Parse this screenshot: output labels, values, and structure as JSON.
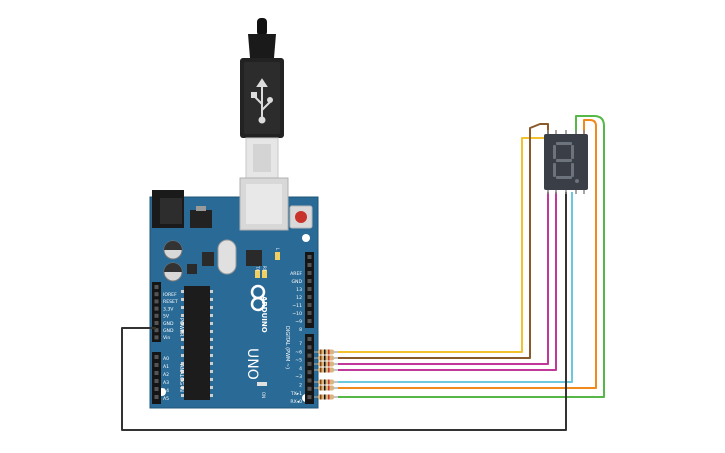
{
  "board": {
    "model": "UNO",
    "brand": "ARDUINO",
    "header_power_label": "POWER",
    "header_analog_label": "ANALOG IN",
    "header_digital_label": "DIGITAL (PWM ~)",
    "power_pins": [
      "IOREF",
      "RESET",
      "3.3V",
      "5V",
      "GND",
      "GND",
      "Vin"
    ],
    "analog_pins": [
      "A0",
      "A1",
      "A2",
      "A3",
      "A4",
      "A5"
    ],
    "digital_pins_top": [
      "AREF",
      "GND",
      "13",
      "12",
      "~11",
      "~10",
      "~9",
      "8"
    ],
    "digital_pins_bottom": [
      "7",
      "~6",
      "~5",
      "4",
      "~3",
      "2",
      "TX▸1",
      "RX◂0"
    ],
    "tx_label": "TX",
    "rx_label": "RX",
    "l_label": "L",
    "on_label": "ON"
  },
  "display": {
    "digit": "8"
  },
  "colors": {
    "board": "#2a6a96",
    "board_edge": "#1f5477",
    "yellow_wire": "#f2c12e",
    "brown_wire": "#8b5a2b",
    "magenta_wire": "#c0399a",
    "cyan_wire": "#6cc8dc",
    "orange_wire": "#f08a1c",
    "green_wire": "#56b947",
    "gnd_wire": "#333333"
  }
}
